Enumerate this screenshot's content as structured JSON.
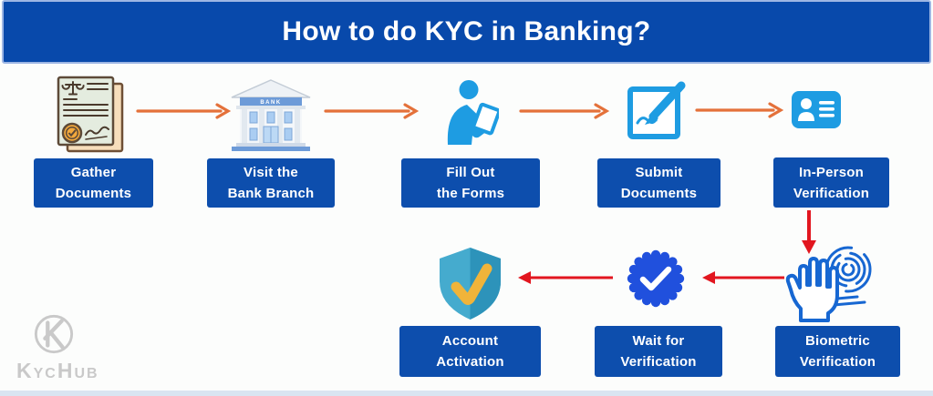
{
  "title": "How to do KYC in Banking?",
  "brand": {
    "logo_text": "KycHub"
  },
  "steps": [
    {
      "label": "Gather\nDocuments",
      "icon": "legal-document-seal-icon"
    },
    {
      "label": "Visit the\nBank Branch",
      "icon": "bank-building-icon",
      "icon_text": "BANK"
    },
    {
      "label": "Fill Out\nthe Forms",
      "icon": "person-filling-form-icon"
    },
    {
      "label": "Submit\nDocuments",
      "icon": "document-signing-icon"
    },
    {
      "label": "In-Person\nVerification",
      "icon": "id-card-icon"
    },
    {
      "label": "Biometric\nVerification",
      "icon": "fingerprint-hand-icon"
    },
    {
      "label": "Wait for\nVerification",
      "icon": "verified-badge-icon"
    },
    {
      "label": "Account\nActivation",
      "icon": "shield-check-icon"
    }
  ],
  "colors": {
    "header_blue": "#0849ab",
    "label_box_blue": "#0d4ead",
    "flow_arrow_orange": "#e4713a",
    "flow_arrow_red": "#e2161f",
    "icon_blue": "#1e9ce2",
    "badge_blue": "#2050dd",
    "fingerprint_blue": "#1767d2",
    "shield_teal": "#45abce",
    "check_yellow": "#f0b43a",
    "logo_gray": "#c9c9c9"
  }
}
